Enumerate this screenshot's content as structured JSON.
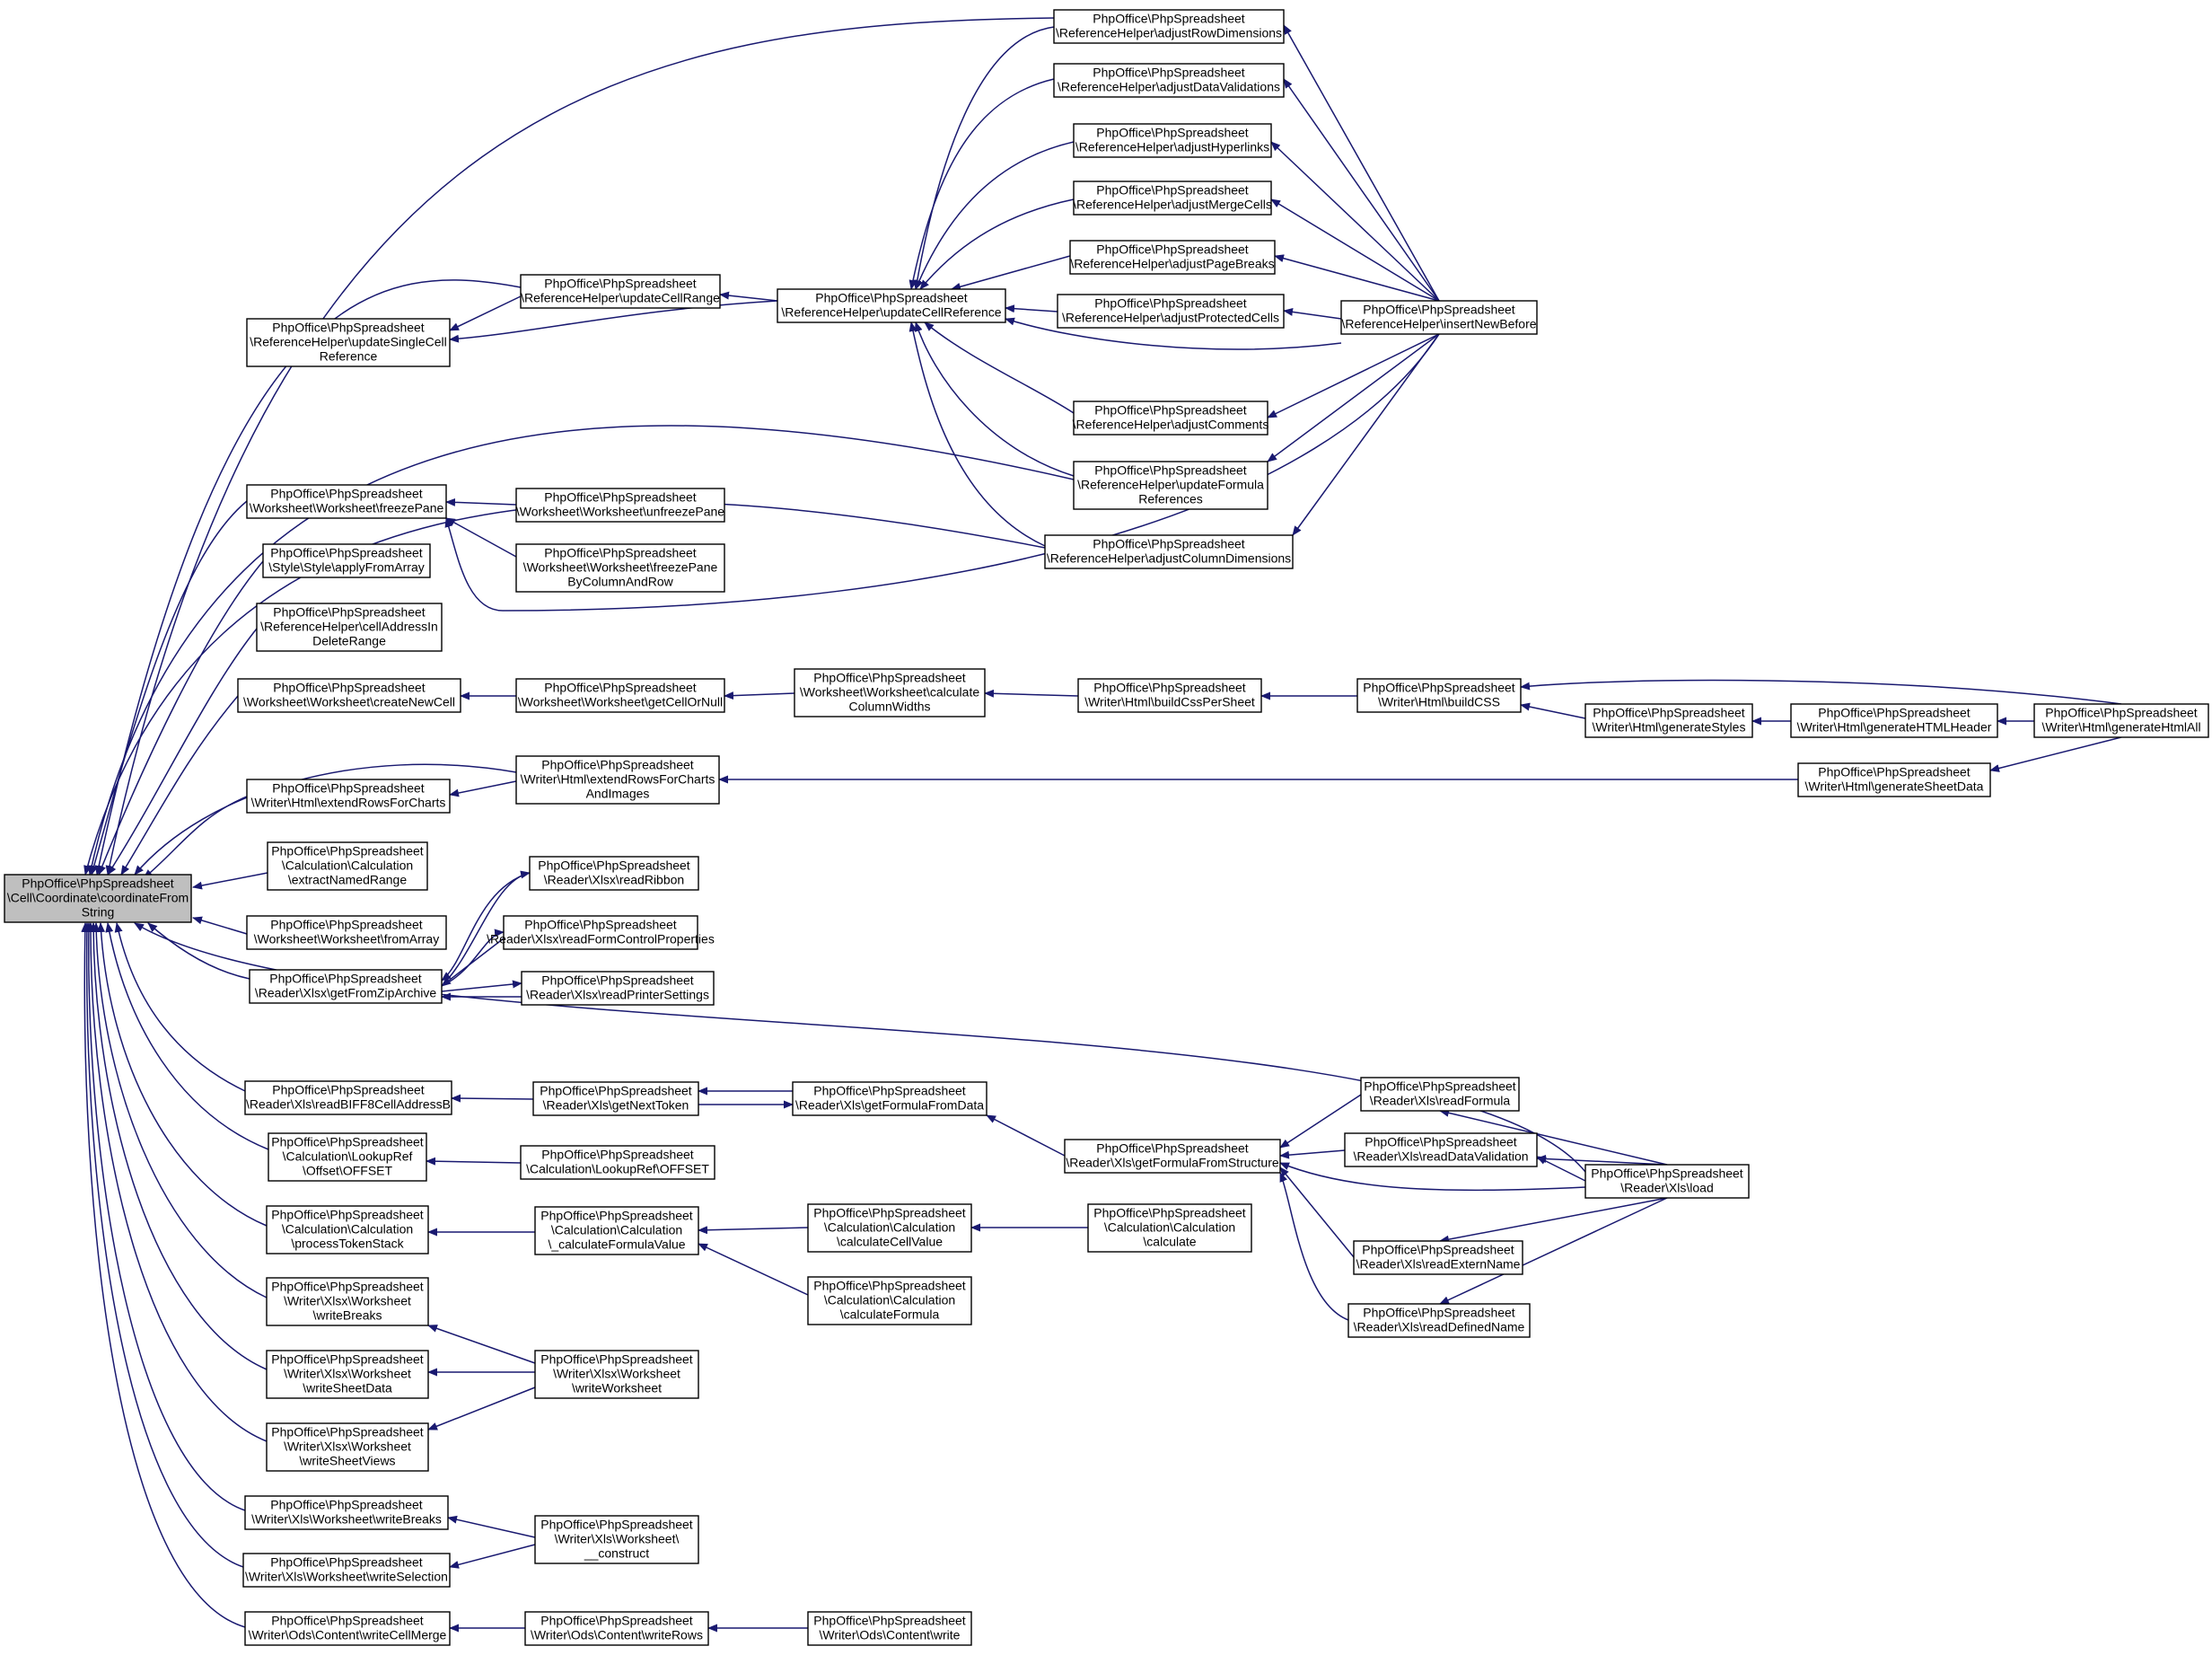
{
  "graph": {
    "edge_color": "#191970",
    "root_fill": "#bfbfbf",
    "nodes": {
      "root": [
        "PhpOffice\\PhpSpreadsheet",
        "\\Cell\\Coordinate\\coordinateFrom",
        "String"
      ],
      "adjRowDim": [
        "PhpOffice\\PhpSpreadsheet",
        "\\ReferenceHelper\\adjustRowDimensions"
      ],
      "adjDataVal": [
        "PhpOffice\\PhpSpreadsheet",
        "\\ReferenceHelper\\adjustDataValidations"
      ],
      "adjHyper": [
        "PhpOffice\\PhpSpreadsheet",
        "\\ReferenceHelper\\adjustHyperlinks"
      ],
      "adjMerge": [
        "PhpOffice\\PhpSpreadsheet",
        "\\ReferenceHelper\\adjustMergeCells"
      ],
      "adjPageBr": [
        "PhpOffice\\PhpSpreadsheet",
        "\\ReferenceHelper\\adjustPageBreaks"
      ],
      "adjProt": [
        "PhpOffice\\PhpSpreadsheet",
        "\\ReferenceHelper\\adjustProtectedCells"
      ],
      "insertNB": [
        "PhpOffice\\PhpSpreadsheet",
        "\\ReferenceHelper\\insertNewBefore"
      ],
      "updCellRange": [
        "PhpOffice\\PhpSpreadsheet",
        "\\ReferenceHelper\\updateCellRange"
      ],
      "updCellRef": [
        "PhpOffice\\PhpSpreadsheet",
        "\\ReferenceHelper\\updateCellReference"
      ],
      "updSingle": [
        "PhpOffice\\PhpSpreadsheet",
        "\\ReferenceHelper\\updateSingleCell",
        "Reference"
      ],
      "adjComments": [
        "PhpOffice\\PhpSpreadsheet",
        "\\ReferenceHelper\\adjustComments"
      ],
      "updFormula": [
        "PhpOffice\\PhpSpreadsheet",
        "\\ReferenceHelper\\updateFormula",
        "References"
      ],
      "adjColDim": [
        "PhpOffice\\PhpSpreadsheet",
        "\\ReferenceHelper\\adjustColumnDimensions"
      ],
      "freezePane": [
        "PhpOffice\\PhpSpreadsheet",
        "\\Worksheet\\Worksheet\\freezePane"
      ],
      "unfreeze": [
        "PhpOffice\\PhpSpreadsheet",
        "\\Worksheet\\Worksheet\\unfreezePane"
      ],
      "freezeByCR": [
        "PhpOffice\\PhpSpreadsheet",
        "\\Worksheet\\Worksheet\\freezePane",
        "ByColumnAndRow"
      ],
      "applyFromArray": [
        "PhpOffice\\PhpSpreadsheet",
        "\\Style\\Style\\applyFromArray"
      ],
      "cellAddrDel": [
        "PhpOffice\\PhpSpreadsheet",
        "\\ReferenceHelper\\cellAddressIn",
        "DeleteRange"
      ],
      "createNewCell": [
        "PhpOffice\\PhpSpreadsheet",
        "\\Worksheet\\Worksheet\\createNewCell"
      ],
      "getCellOrNull": [
        "PhpOffice\\PhpSpreadsheet",
        "\\Worksheet\\Worksheet\\getCellOrNull"
      ],
      "calcColW": [
        "PhpOffice\\PhpSpreadsheet",
        "\\Worksheet\\Worksheet\\calculate",
        "ColumnWidths"
      ],
      "buildCssPS": [
        "PhpOffice\\PhpSpreadsheet",
        "\\Writer\\Html\\buildCssPerSheet"
      ],
      "buildCSS": [
        "PhpOffice\\PhpSpreadsheet",
        "\\Writer\\Html\\buildCSS"
      ],
      "genStyles": [
        "PhpOffice\\PhpSpreadsheet",
        "\\Writer\\Html\\generateStyles"
      ],
      "genHTMLHeader": [
        "PhpOffice\\PhpSpreadsheet",
        "\\Writer\\Html\\generateHTMLHeader"
      ],
      "genHtmlAll": [
        "PhpOffice\\PhpSpreadsheet",
        "\\Writer\\Html\\generateHtmlAll"
      ],
      "extRowsCharts": [
        "PhpOffice\\PhpSpreadsheet",
        "\\Writer\\Html\\extendRowsForCharts"
      ],
      "extRowsChartsImg": [
        "PhpOffice\\PhpSpreadsheet",
        "\\Writer\\Html\\extendRowsForCharts",
        "AndImages"
      ],
      "genSheetData": [
        "PhpOffice\\PhpSpreadsheet",
        "\\Writer\\Html\\generateSheetData"
      ],
      "extractNR": [
        "PhpOffice\\PhpSpreadsheet",
        "\\Calculation\\Calculation",
        "\\extractNamedRange"
      ],
      "readRibbon": [
        "PhpOffice\\PhpSpreadsheet",
        "\\Reader\\Xlsx\\readRibbon"
      ],
      "fromArray": [
        "PhpOffice\\PhpSpreadsheet",
        "\\Worksheet\\Worksheet\\fromArray"
      ],
      "readFormCtrl": [
        "PhpOffice\\PhpSpreadsheet",
        "\\Reader\\Xlsx\\readFormControlProperties"
      ],
      "getFromZip": [
        "PhpOffice\\PhpSpreadsheet",
        "\\Reader\\Xlsx\\getFromZipArchive"
      ],
      "readPrinter": [
        "PhpOffice\\PhpSpreadsheet",
        "\\Reader\\Xlsx\\readPrinterSettings"
      ],
      "readBIFF8": [
        "PhpOffice\\PhpSpreadsheet",
        "\\Reader\\Xls\\readBIFF8CellAddressB"
      ],
      "getNextToken": [
        "PhpOffice\\PhpSpreadsheet",
        "\\Reader\\Xls\\getNextToken"
      ],
      "getFormulaFD": [
        "PhpOffice\\PhpSpreadsheet",
        "\\Reader\\Xls\\getFormulaFromData"
      ],
      "getFormulaFS": [
        "PhpOffice\\PhpSpreadsheet",
        "\\Reader\\Xls\\getFormulaFromStructure"
      ],
      "readFormula": [
        "PhpOffice\\PhpSpreadsheet",
        "\\Reader\\Xls\\readFormula"
      ],
      "readDataVal": [
        "PhpOffice\\PhpSpreadsheet",
        "\\Reader\\Xls\\readDataValidation"
      ],
      "xlsLoad": [
        "PhpOffice\\PhpSpreadsheet",
        "\\Reader\\Xls\\load"
      ],
      "readExternName": [
        "PhpOffice\\PhpSpreadsheet",
        "\\Reader\\Xls\\readExternName"
      ],
      "readDefName": [
        "PhpOffice\\PhpSpreadsheet",
        "\\Reader\\Xls\\readDefinedName"
      ],
      "offsetA": [
        "PhpOffice\\PhpSpreadsheet",
        "\\Calculation\\LookupRef",
        "\\Offset\\OFFSET"
      ],
      "offsetB": [
        "PhpOffice\\PhpSpreadsheet",
        "\\Calculation\\LookupRef\\OFFSET"
      ],
      "procTokenStack": [
        "PhpOffice\\PhpSpreadsheet",
        "\\Calculation\\Calculation",
        "\\processTokenStack"
      ],
      "calcFormulaVal": [
        "PhpOffice\\PhpSpreadsheet",
        "\\Calculation\\Calculation",
        "\\_calculateFormulaValue"
      ],
      "calcCellVal": [
        "PhpOffice\\PhpSpreadsheet",
        "\\Calculation\\Calculation",
        "\\calculateCellValue"
      ],
      "calculate": [
        "PhpOffice\\PhpSpreadsheet",
        "\\Calculation\\Calculation",
        "\\calculate"
      ],
      "calcFormula": [
        "PhpOffice\\PhpSpreadsheet",
        "\\Calculation\\Calculation",
        "\\calculateFormula"
      ],
      "xlsxWriteBreaks": [
        "PhpOffice\\PhpSpreadsheet",
        "\\Writer\\Xlsx\\Worksheet",
        "\\writeBreaks"
      ],
      "xlsxWriteSheetData": [
        "PhpOffice\\PhpSpreadsheet",
        "\\Writer\\Xlsx\\Worksheet",
        "\\writeSheetData"
      ],
      "xlsxWriteWorksheet": [
        "PhpOffice\\PhpSpreadsheet",
        "\\Writer\\Xlsx\\Worksheet",
        "\\writeWorksheet"
      ],
      "xlsxWriteSheetViews": [
        "PhpOffice\\PhpSpreadsheet",
        "\\Writer\\Xlsx\\Worksheet",
        "\\writeSheetViews"
      ],
      "xlsWriteBreaks": [
        "PhpOffice\\PhpSpreadsheet",
        "\\Writer\\Xls\\Worksheet\\writeBreaks"
      ],
      "xlsConstruct": [
        "PhpOffice\\PhpSpreadsheet",
        "\\Writer\\Xls\\Worksheet\\",
        "__construct"
      ],
      "xlsWriteSel": [
        "PhpOffice\\PhpSpreadsheet",
        "\\Writer\\Xls\\Worksheet\\writeSelection"
      ],
      "odsWriteCellMerge": [
        "PhpOffice\\PhpSpreadsheet",
        "\\Writer\\Ods\\Content\\writeCellMerge"
      ],
      "odsWriteRows": [
        "PhpOffice\\PhpSpreadsheet",
        "\\Writer\\Ods\\Content\\writeRows"
      ],
      "odsWrite": [
        "PhpOffice\\PhpSpreadsheet",
        "\\Writer\\Ods\\Content\\write"
      ]
    }
  }
}
